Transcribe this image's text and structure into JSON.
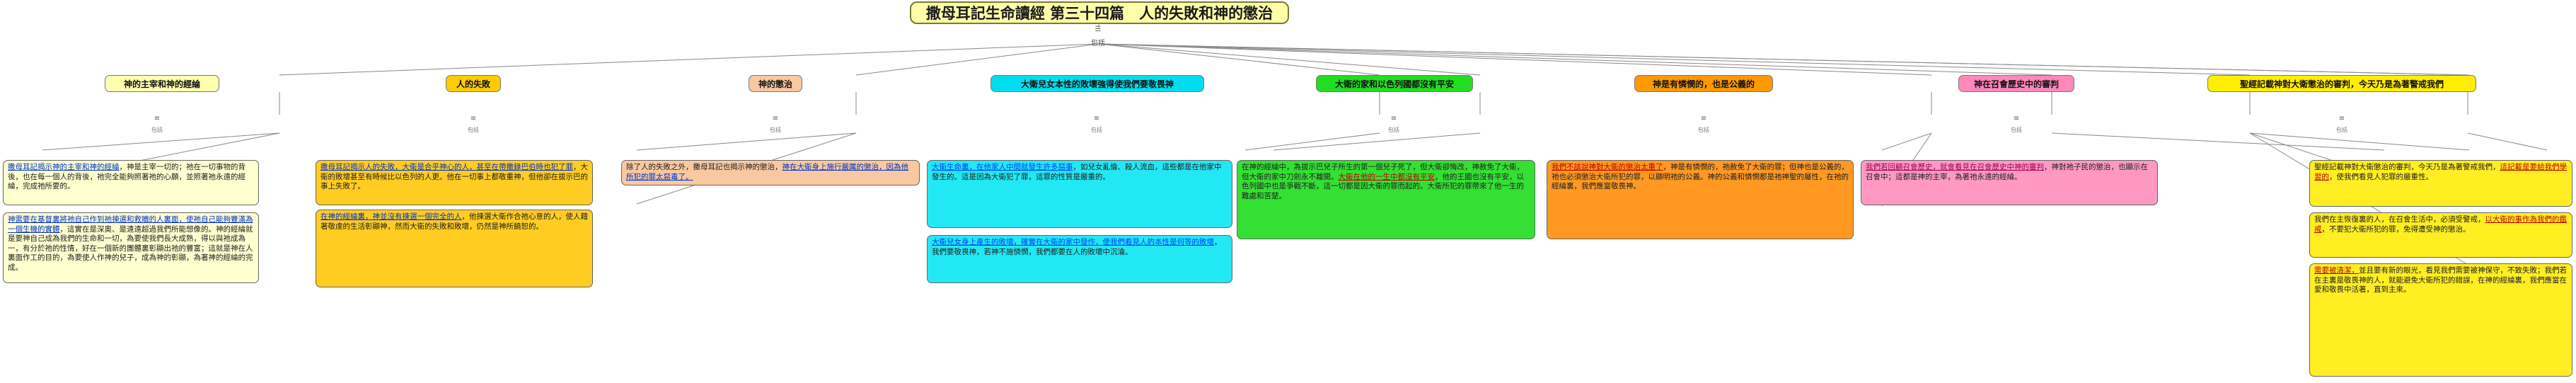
{
  "title": "撒母耳記生命讀經 第三十四篇　人的失敗和神的懲治",
  "root": {
    "icon": "list-icon",
    "label": "包括"
  },
  "topics": [
    {
      "id": "t1",
      "label": "神的主宰和神的經綸",
      "color": "#ffffb0"
    },
    {
      "id": "t2",
      "label": "人的失敗",
      "color": "#ffcc00"
    },
    {
      "id": "t3",
      "label": "神的懲治",
      "color": "#f8c8a0"
    },
    {
      "id": "t4",
      "label": "大衛兒女本性的敗壞強得使我們要敬畏神",
      "color": "#00ddee"
    },
    {
      "id": "t5",
      "label": "大衛的家和以色列國都沒有平安",
      "color": "#22dd22"
    },
    {
      "id": "t6",
      "label": "神是有憐憫的，也是公義的",
      "color": "#ff9900"
    },
    {
      "id": "t7",
      "label": "神在召會歷史中的審判",
      "color": "#ff88bb"
    },
    {
      "id": "t8",
      "label": "聖經記載神對大衛懲治的審判，今天乃是為著警戒我們",
      "color": "#ffee00"
    }
  ],
  "mini_label": "包括",
  "notes": {
    "n1a_pre": "",
    "n1a_hl": "撒母耳記揭示神的主宰和神的經綸",
    "n1a_post": "，神是主宰一切的；祂在一切事物的背後，也在每一個人的背後，祂完全能夠照著祂的心願，並照著祂永遠的經綸，完成祂所要的。",
    "n1b_hl": "神需要在基督裏將祂自己作到祂揀選和救贖的人裏面，使祂自己能夠豐滿為一個生機的實體",
    "n1b_post": "，這實在是深奧、是遠遠超過我們所能想像的。神的經綸就是要神自己成為我們的生命和一切，為要使我們長大成熟，得以與祂成為一，有分於祂的性情，好在一個新的團體裏彰顯出祂的豐富；這就是神在人裏面作工的目的，為要使人作神的兒子，成為神的彰顯，為著神的經綸的完成。",
    "n2a_hl": "撒母耳記揭示人的失敗，大衛是合乎神心的人，甚至在帶撒錄巴伯時也犯了罪",
    "n2a_post": "，大衛的敗壞甚至有時候比以色列的人更。他在一切事上都敬重神，但他卻在拔示巴的事上失敗了。",
    "n2b_hl": "在神的經綸裏，神並沒有揀選一個完全的人",
    "n2b_post": "，他揀選大衛作合祂心意的人，使人藉著敬虔的生活彰顯神，然而大衛的失敗和敗壞，仍然是神所饒恕的。",
    "n3_pre": "除了人的失敗之外，撒母耳記也揭示神的懲治，",
    "n3_hl": "神在大衛身上施行嚴厲的懲治，因為他所犯的罪太惡毒了。",
    "n4a_hl": "大衛生命裏，在他家人中間就發生許多惡事",
    "n4a_post": "，如兒女亂倫、殺人流血，這些都是在他家中發生的。這是因為大衛犯了罪，這罪的性質是嚴重的。",
    "n4b_hl": "大衛兒女身上產生的敗壞，確實在大衛的家中發作，使我們看見人的本性是何等的敗壞",
    "n4b_post": "，我們要敬畏神，若神不施憐憫，我們都要在人的敗壞中沉淪。",
    "n5_pre": "在神的經綸中，為拔示巴兒子所生的第一個兒子死了，但大衛卻悔改，神赦免了大衛，但大衛的家中刀劍永不離開。",
    "n5_hl": "大衛在他的一生中都沒有平安",
    "n5_post": "，他的王國也沒有平安，以色列國中也是爭戰不斷，這一切都是因大衛的罪而起的。大衛所犯的罪帶來了他一生的難處和苦楚。",
    "n6_hl": "我們不該說神對大衛的懲治太重了",
    "n6_post": "，神是有憐憫的，祂赦免了大衛的罪；但神也是公義的，祂也必須懲治大衛所犯的罪，以顯明祂的公義。神的公義和憐憫都是祂神聖的屬性，在祂的經綸裏，我們應當敬畏神。",
    "n7_hl": "我們若回顧召會歷史，就會看見在召會歷史中神的審判",
    "n7_post": "，神對祂子民的懲治，也顯示在召會中；這都是神的主宰，為著祂永遠的經綸。",
    "n8a_pre": "聖經記載神對大衛懲治的審判，今天乃是為著警戒我們，",
    "n8a_hl": "這記載是要給我們學習的",
    "n8a_post": "，使我們看見人犯罪的嚴重性。",
    "n8b_pre": "我們在主恢復裏的人，在召會生活中，必須受警戒，",
    "n8b_hl": "以大衛的事作為我們的鑑戒",
    "n8b_post": "，不要犯大衛所犯的罪，免得遭受神的懲治。",
    "n8c_hl": "需要被清潔，",
    "n8c_post": "並且要有新的眼光，看見我們需要被神保守，不致失敗；我們若在主裏是敬畏神的人，就能避免大衛所犯的錯誤，在神的經綸裏，我們應當在愛和敬畏中活著，直到主來。"
  }
}
